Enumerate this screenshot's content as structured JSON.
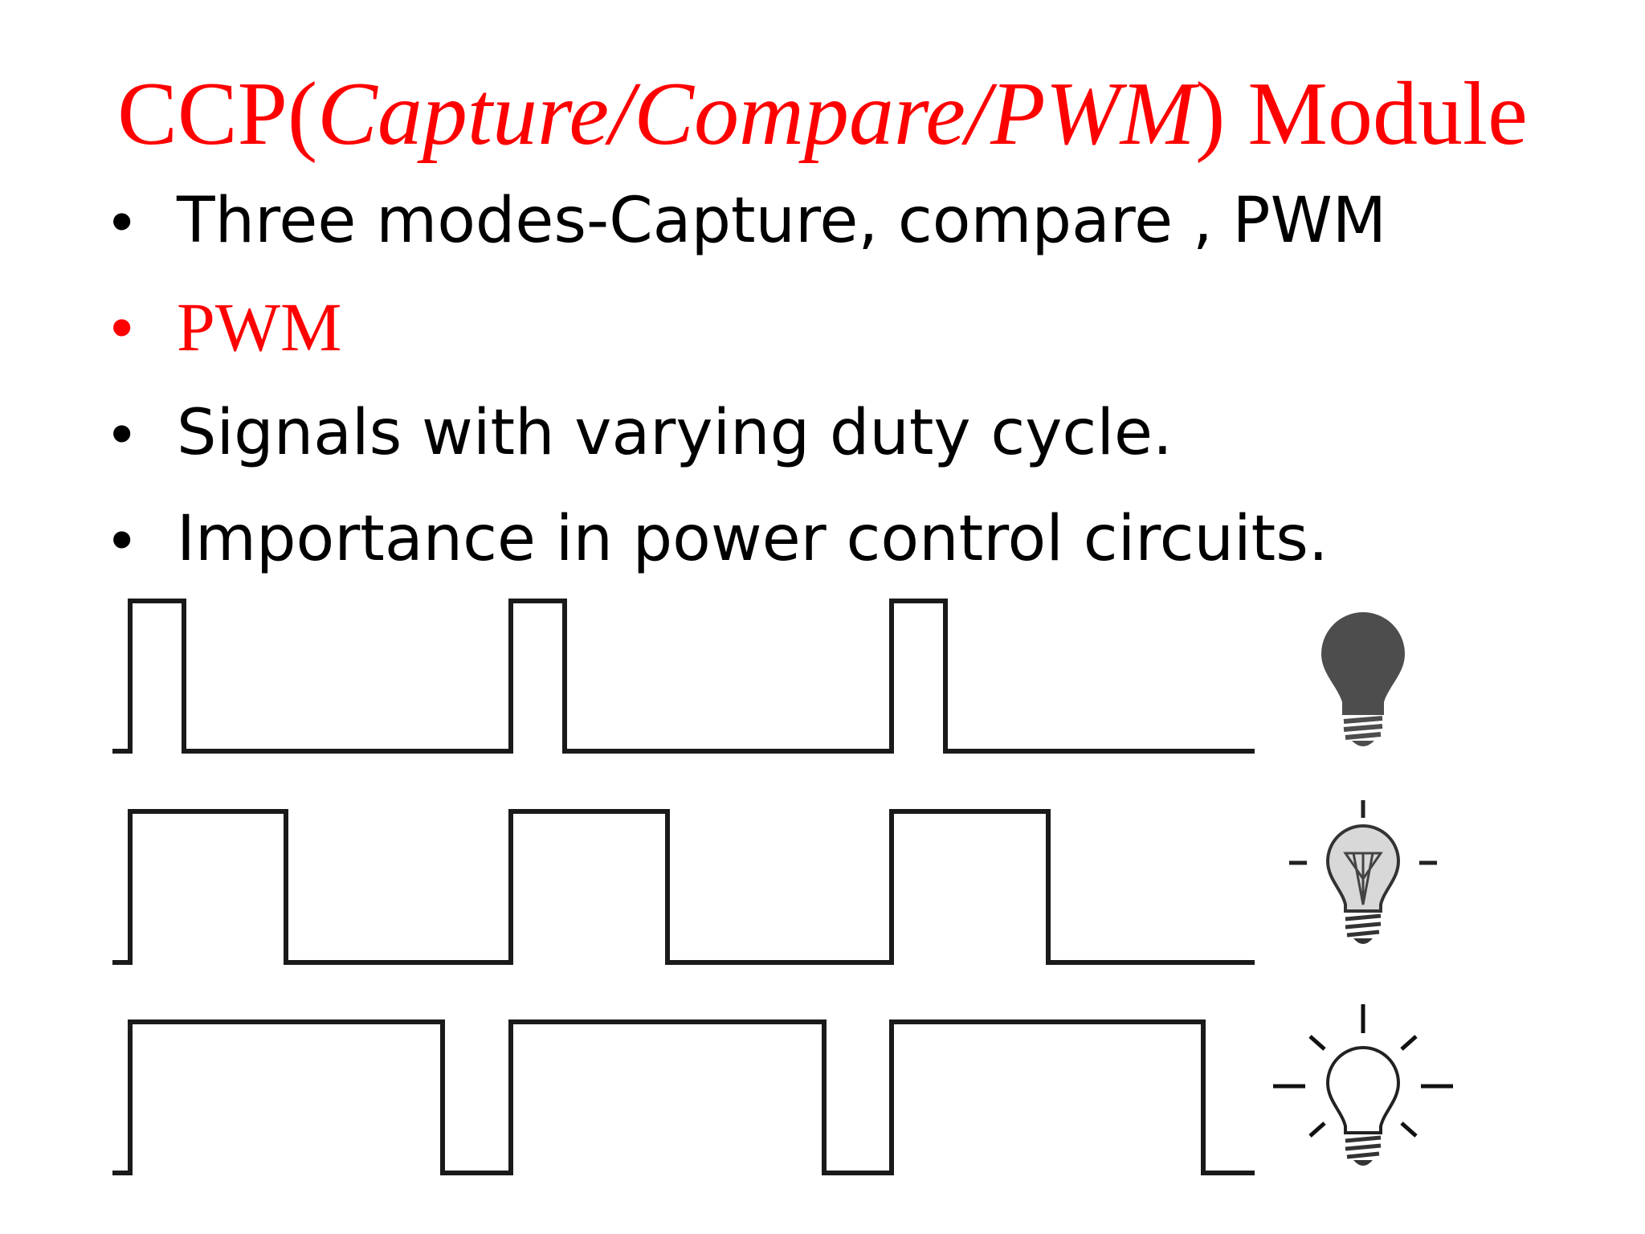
{
  "slide": {
    "title_prefix": "CCP(",
    "title_italic": "Capture/Compare/PWM",
    "title_suffix": ") Module",
    "bullets": [
      {
        "symbol": "•",
        "text": "Three modes-Capture, compare , PWM"
      },
      {
        "symbol": "•",
        "text": "PWM"
      },
      {
        "symbol": "•",
        "text": "Signals with varying duty cycle."
      },
      {
        "symbol": "•",
        "text": "Importance in power control circuits."
      }
    ]
  },
  "figure": {
    "waveforms": [
      {
        "name": "low-duty-pwm",
        "pulse_count": 3,
        "lamp": "dim-bulb-icon"
      },
      {
        "name": "medium-duty-pwm",
        "pulse_count": 3,
        "lamp": "half-bright-bulb-icon"
      },
      {
        "name": "high-duty-pwm",
        "pulse_count": 3,
        "lamp": "bright-bulb-icon"
      }
    ],
    "colors": {
      "title": "#ff0000",
      "highlight_bullet": "#ff0000",
      "text": "#000000",
      "waveform": "#1a1a1a",
      "dark_bulb": "#4d4d4d"
    }
  }
}
